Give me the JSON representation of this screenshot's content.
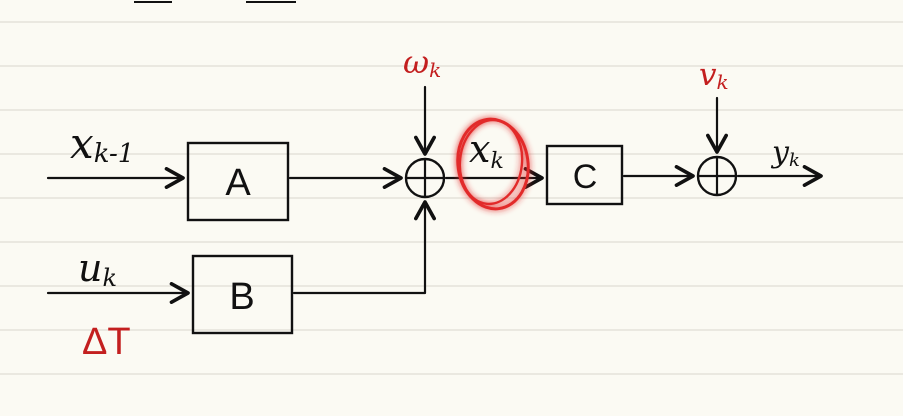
{
  "colors": {
    "paper": "#fbfaf3",
    "ruled_line": "#d9d6cc",
    "ink": "#111111",
    "red_ink": "#c31f1f",
    "highlight_ring": "#e22c2c"
  },
  "blocks": {
    "a": "A",
    "b": "B",
    "c": "C"
  },
  "signals": {
    "x_prev": "x",
    "x_prev_sub": "k-1",
    "u": "u",
    "u_sub": "k",
    "x": "x",
    "x_sub": "k",
    "y": "y",
    "y_sub": "k"
  },
  "noise": {
    "w": "ω",
    "w_sub": "k",
    "v": "v",
    "v_sub": "k"
  },
  "annotation": {
    "delta_t": "ΔT"
  },
  "icons": {
    "summing_junction": "circle-plus-icon",
    "highlight": "red-circle-highlight"
  }
}
